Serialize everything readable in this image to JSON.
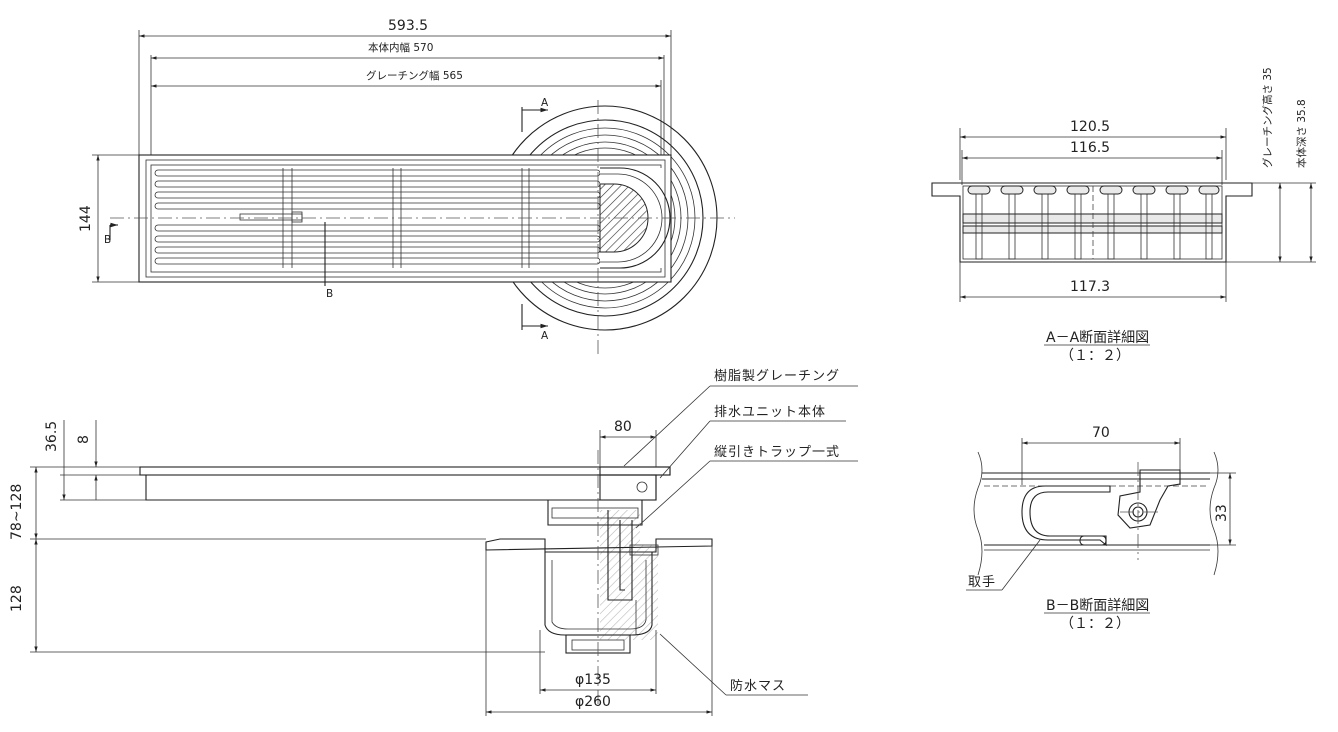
{
  "plan": {
    "dim_overall": "593.5",
    "dim_body_width": "本体内幅 570",
    "dim_grating_width": "グレーチング幅 565",
    "dim_height": "144",
    "section_a": "A",
    "section_b": "B"
  },
  "elevation": {
    "dim_top": "36.5",
    "dim_grating": "8",
    "dim_range": "78~128",
    "dim_lower": "128",
    "dim_outlet_w": "80",
    "dim_d135": "φ135",
    "dim_d260": "φ260",
    "callouts": [
      "樹脂製グレーチング",
      "排水ユニット本体",
      "縦引きトラップ一式",
      "防水マス"
    ]
  },
  "section_aa": {
    "dim_outer": "120.5",
    "dim_inner": "116.5",
    "dim_bottom": "117.3",
    "dim_grating_height": "グレーチング高さ 35",
    "dim_body_depth": "本体深さ 35.8",
    "title": "A－A断面詳細図",
    "scale": "（１：２）"
  },
  "section_bb": {
    "dim_width": "70",
    "dim_height": "33",
    "handle_label": "取手",
    "title": "B－B断面詳細図",
    "scale": "（１：２）"
  }
}
